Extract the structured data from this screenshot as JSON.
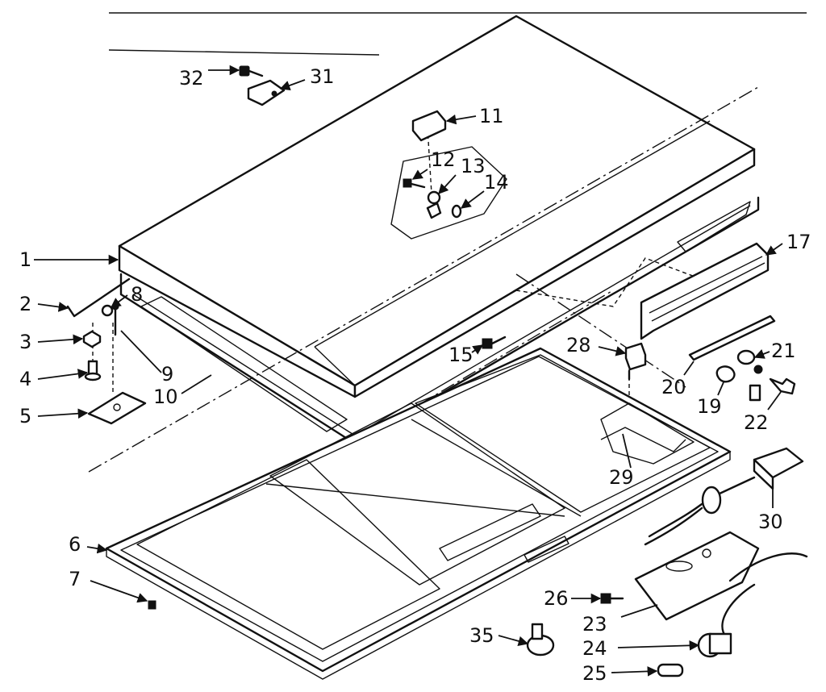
{
  "diagram": {
    "callouts": [
      "1",
      "2",
      "3",
      "4",
      "5",
      "6",
      "7",
      "8",
      "9",
      "10",
      "11",
      "12",
      "13",
      "14",
      "15",
      "17",
      "19",
      "20",
      "21",
      "22",
      "23",
      "24",
      "25",
      "26",
      "28",
      "29",
      "30",
      "31",
      "32",
      "35"
    ]
  }
}
